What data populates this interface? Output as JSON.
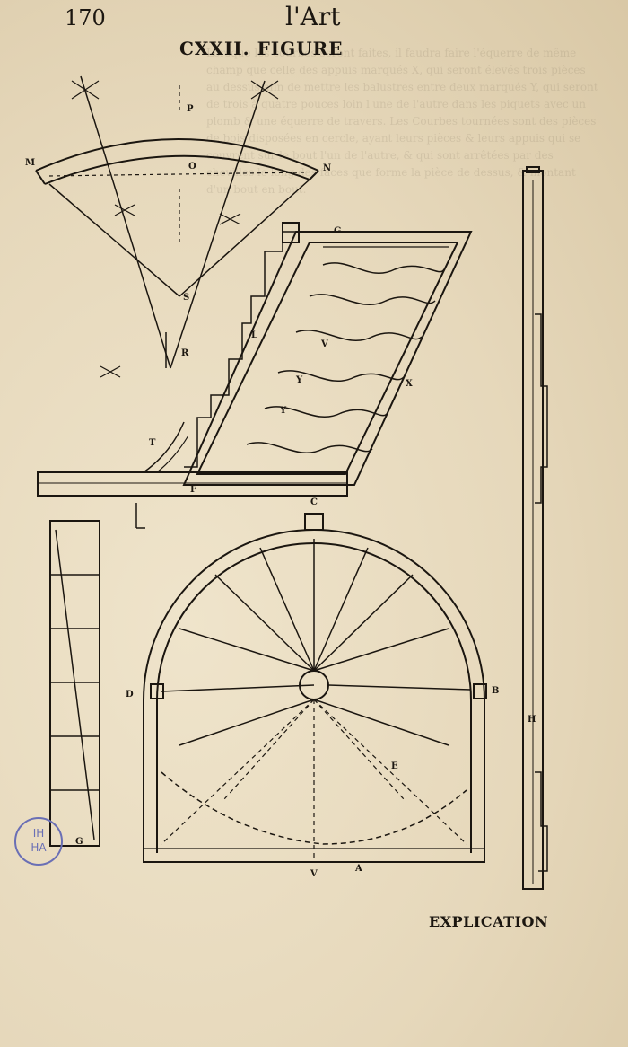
{
  "header": {
    "page_number": "170",
    "running_head": "l'Art",
    "figure_title": "CXXII. FIGURE"
  },
  "footer": {
    "catchword": "EXPLICATION"
  },
  "stamp": {
    "line1": "IH",
    "line2": "HA"
  },
  "diagram_labels": {
    "M": "M",
    "N": "N",
    "O": "O",
    "P": "P",
    "S": "S",
    "R": "R",
    "G": "G",
    "L": "L",
    "V_rail": "V",
    "Y1": "Y",
    "Y2": "Y",
    "X": "X",
    "T": "T",
    "F": "F",
    "C": "C",
    "B": "B",
    "D": "D",
    "E": "E",
    "V_bottom": "V",
    "H": "H",
    "A": "A",
    "G_left": "G"
  },
  "bleed_text": "Lorsque les courbes seront faites, il faudra faire l'équerre de même champ que celle des appuis marqués X, qui seront élevés trois pièces au dessus afin de mettre les balustres entre deux marqués Y, qui seront de trois à quatre pouces loin l'une de l'autre dans les piquets avec un plomb & une équerre de travers. Les Courbes tournées sont des pièces de bois disposées en cercle, ayant leurs pièces & leurs appuis qui se couvrent sur le bout l'un de l'autre, & qui sont arrêtées par des chevilles le long des faces que forme la pièce de dessus, & montant d'un bout en bout."
}
